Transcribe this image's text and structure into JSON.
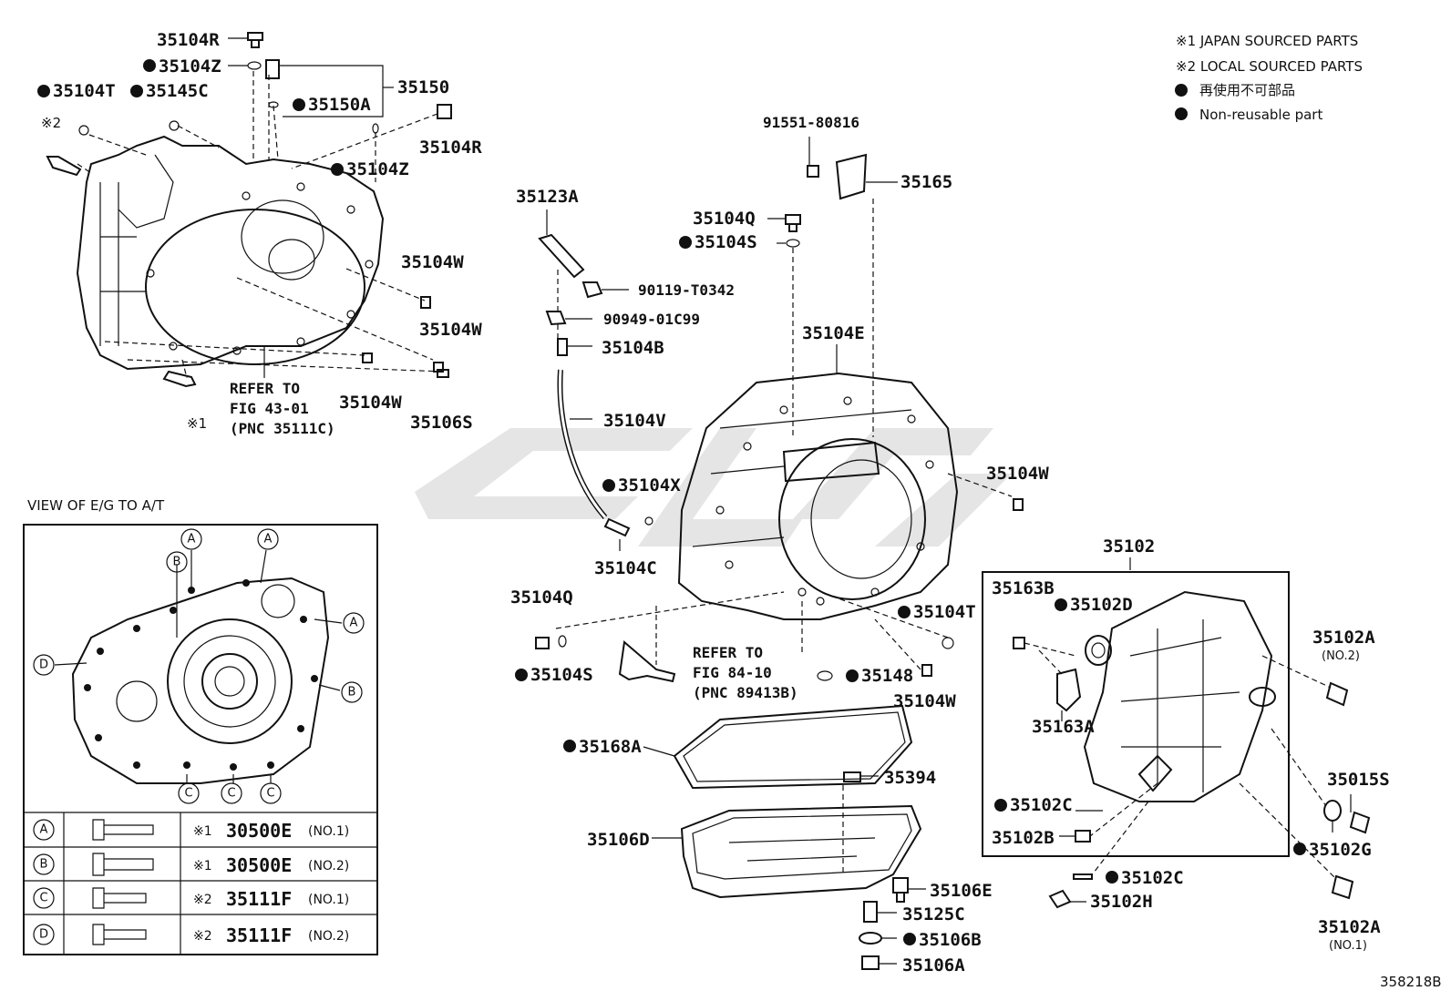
{
  "notes": {
    "japan": "※1 JAPAN SOURCED PARTS",
    "local": "※2 LOCAL SOURCED PARTS",
    "nonreusable_jp": "再使用不可部品",
    "nonreusable_en": "Non-reusable part"
  },
  "diagram_id": "358218B",
  "view_title": "VIEW OF E/G TO A/T",
  "refs": {
    "ref1_l1": "REFER TO",
    "ref1_l2": "FIG 43-01",
    "ref1_l3": "(PNC 35111C)",
    "ref2_l1": "REFER TO",
    "ref2_l2": "FIG 84-10",
    "ref2_l3": "(PNC 89413B)"
  },
  "marks": {
    "s1": "※1",
    "s2": "※2"
  },
  "labels": {
    "p35104R_a": "35104R",
    "p35104Z_a": "35104Z",
    "p35150": "35150",
    "p35104T_a": "35104T",
    "p35145C": "35145C",
    "p35150A": "35150A",
    "p35104R_b": "35104R",
    "p35104Z_b": "35104Z",
    "p35104W_a": "35104W",
    "p35104W_b": "35104W",
    "p35104W_c": "35104W",
    "p35106S": "35106S",
    "p91551": "91551-80816",
    "p35165": "35165",
    "p35123A": "35123A",
    "p35104Q_a": "35104Q",
    "p35104S_a": "35104S",
    "p90119": "90119-T0342",
    "p90949": "90949-01C99",
    "p35104B": "35104B",
    "p35104E": "35104E",
    "p35104V": "35104V",
    "p35104X": "35104X",
    "p35104C": "35104C",
    "p35104W_d": "35104W",
    "p35104Q_b": "35104Q",
    "p35104S_b": "35104S",
    "p35104T_b": "35104T",
    "p35148": "35148",
    "p35104W_e": "35104W",
    "p35102": "35102",
    "p35163B": "35163B",
    "p35102D": "35102D",
    "p35163A": "35163A",
    "p35102A_a": "35102A",
    "p35102A_a_no": "(NO.2)",
    "p35168A": "35168A",
    "p35394": "35394",
    "p35106D": "35106D",
    "p35102C_a": "35102C",
    "p35102B": "35102B",
    "p35015S": "35015S",
    "p35102G": "35102G",
    "p35102C_b": "35102C",
    "p35102H": "35102H",
    "p35102A_b": "35102A",
    "p35102A_b_no": "(NO.1)",
    "p35106E": "35106E",
    "p35125C": "35125C",
    "p35106B": "35106B",
    "p35106A": "35106A"
  },
  "view_callouts": {
    "A": "A",
    "B": "B",
    "C": "C",
    "D": "D"
  },
  "bolt_table": [
    {
      "key": "A",
      "mark": "※1",
      "part": "30500E",
      "no": "(NO.1)"
    },
    {
      "key": "B",
      "mark": "※1",
      "part": "30500E",
      "no": "(NO.2)"
    },
    {
      "key": "C",
      "mark": "※2",
      "part": "35111F",
      "no": "(NO.1)"
    },
    {
      "key": "D",
      "mark": "※2",
      "part": "35111F",
      "no": "(NO.2)"
    }
  ]
}
